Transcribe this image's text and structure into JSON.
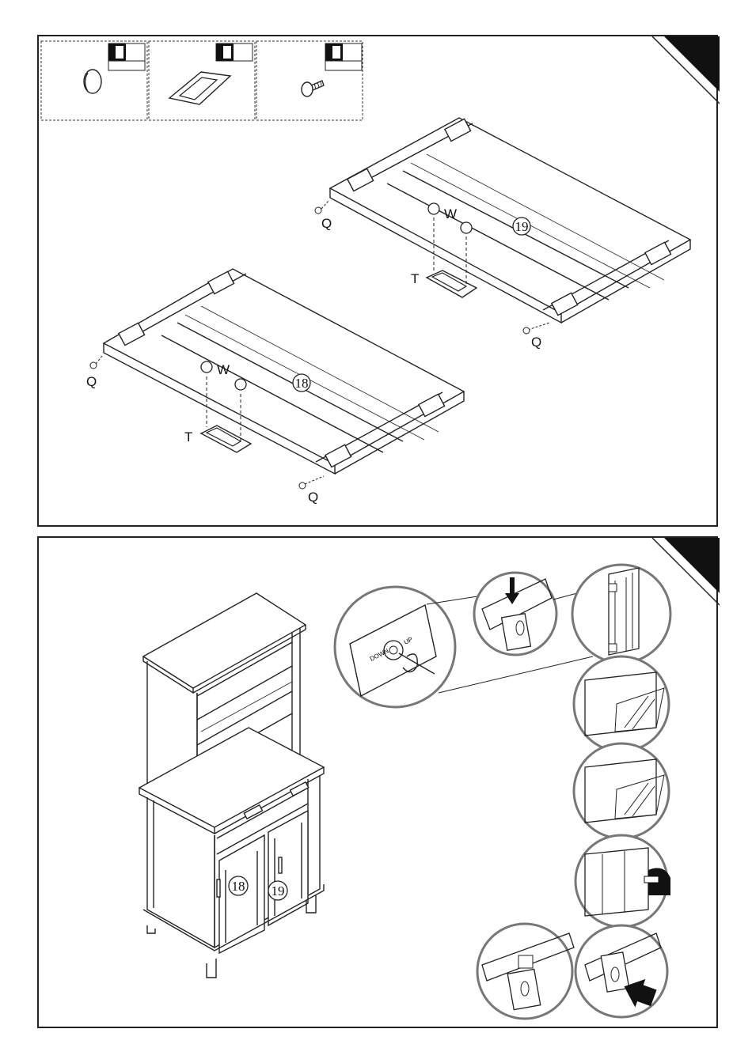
{
  "step1": {
    "parts": [
      {
        "name": "Q",
        "icon": "cap-icon"
      },
      {
        "name": "T",
        "icon": "handle-icon"
      },
      {
        "name": "W",
        "icon": "screw-icon"
      }
    ],
    "labels": {
      "q": "Q",
      "t": "T",
      "w": "W",
      "part18": "18",
      "part19": "19"
    }
  },
  "step2": {
    "labels": {
      "part18": "18",
      "part19": "19",
      "down": "DOWN",
      "up": "UP"
    }
  },
  "colors": {
    "line": "#222222",
    "dark": "#111111",
    "circle": "#666666"
  }
}
